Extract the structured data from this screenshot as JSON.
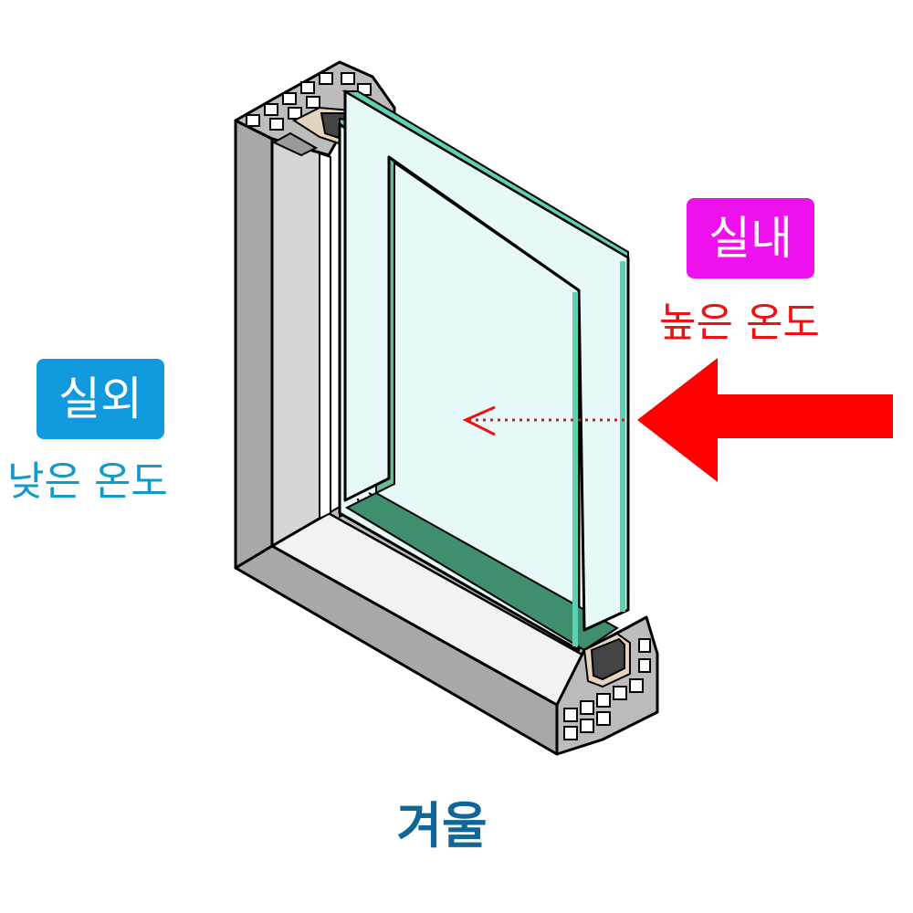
{
  "labels": {
    "indoor": "실내",
    "indoor_temp": "높은 온도",
    "outdoor": "실외",
    "outdoor_temp": "낮은 온도",
    "season": "겨울"
  },
  "colors": {
    "indoor_badge": "#ee11ee",
    "indoor_text": "#ee1111",
    "outdoor_badge": "#1199dd",
    "outdoor_text": "#1199cc",
    "season_text": "#116699",
    "heat_arrow": "#ff0000",
    "glass": "#e6f8f8",
    "glass_edge": "#5ed1b4",
    "frame": "#c8c8c8"
  },
  "icons": {
    "heat_arrow": "big-red-arrow-left",
    "heat_flow": "dotted-arrow-left"
  }
}
